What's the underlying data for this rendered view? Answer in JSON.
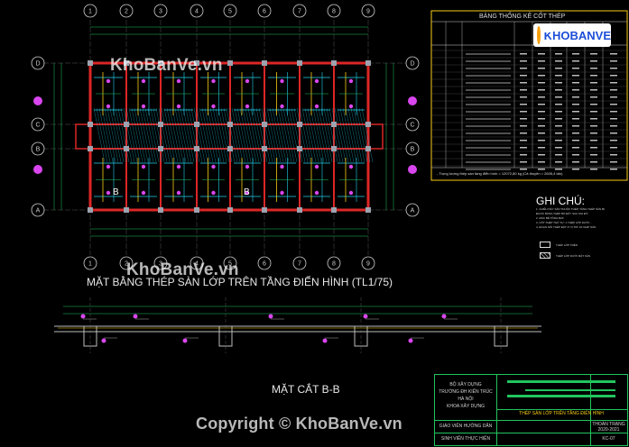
{
  "watermarks": [
    "KhoBanVe.vn",
    "KhoBanVe.vn",
    "Copyright © KhoBanVe.vn"
  ],
  "logo_text": "KHOBANVE",
  "plan_title": "MẶT BẰNG THÉP SÀN LỚP TRÊN TẦNG ĐIỂN HÌNH (TL1/75)",
  "section_title": "MẶT CẮT B-B",
  "section_marker": "B",
  "table": {
    "title": "BẢNG THỐNG KÊ CỐT THÉP",
    "footer": "- Trọng lượng thép sàn tầng điển hình = 12072,80 kg (Cả thuyên = 2605,4 tấn)"
  },
  "notes": {
    "title": "GHI CHÚ:",
    "lines": [
      "1. CHIỀU DÀY SÀN THUỘC THÉP, TĂNG THÉP SÀN BỊ",
      "   ĐUỢC BẰNG THÉP BỎ ĐẦY SAU KHI ĐỔ",
      "2. MÁC BÊ TÔNG B20",
      "3. CỐT THÉP THỨ TỰ: 1 THÉP LỚP DƯỚI...",
      "4. ĐOẠN NỐI THÉP ĐẶT Ở VỊ TRÍ 1/4 NHỊP SÀN"
    ],
    "legend": [
      "THÉP LỚP TRÊN",
      "THÉP LỚP DƯỚI MẶT SÀN"
    ]
  },
  "grid_labels_x": [
    "1",
    "2",
    "3",
    "4",
    "5",
    "6",
    "7",
    "8",
    "9"
  ],
  "grid_labels_y": [
    "D",
    "C",
    "B",
    "A"
  ],
  "title_block": {
    "ministry": "BỘ XÂY DỰNG",
    "school": "TRƯỜNG ĐH KIẾN TRÚC",
    "city": "HÀ NỘI",
    "faculty": "KHOA XÂY DỰNG",
    "drawing_title": "THÉP SÀN LỚP TRÊN TẦNG ĐIỂN HÌNH",
    "teacher": "GIÁO VIÊN HƯỚNG DẪN",
    "student": "SINH VIÊN THỰC HIỆN",
    "right_top": "THOÁN TRẠNG",
    "right_mid": "2020-2021",
    "right_bot": "KC-07"
  },
  "colors": {
    "grid_circle": "#d946ef",
    "beam_red": "#dc2626",
    "rebar_cyan": "#22d3ee",
    "rebar_yellow": "#facc15",
    "rebar_green": "#22c55e",
    "table_border": "#facc15"
  }
}
